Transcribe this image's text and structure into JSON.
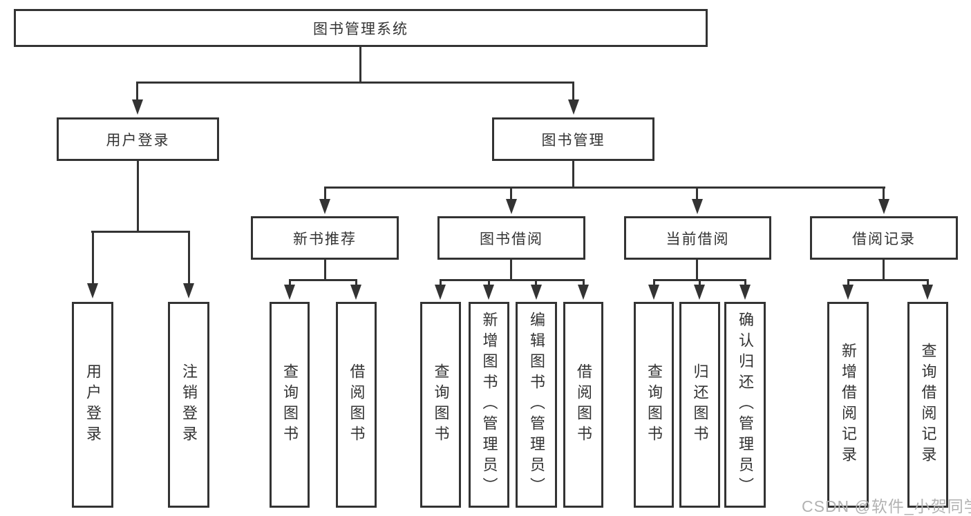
{
  "tree": {
    "label": "图书管理系统",
    "children": [
      {
        "label": "用户登录",
        "children": [
          {
            "label": "用户登录"
          },
          {
            "label": "注销登录"
          }
        ]
      },
      {
        "label": "图书管理",
        "children": [
          {
            "label": "新书推荐",
            "children": [
              {
                "label": "查询图书"
              },
              {
                "label": "借阅图书"
              }
            ]
          },
          {
            "label": "图书借阅",
            "children": [
              {
                "label": "查询图书"
              },
              {
                "label": "新增图书（管理员）"
              },
              {
                "label": "编辑图书（管理员）"
              },
              {
                "label": "借阅图书"
              }
            ]
          },
          {
            "label": "当前借阅",
            "children": [
              {
                "label": "查询图书"
              },
              {
                "label": "归还图书"
              },
              {
                "label": "确认归还（管理员）"
              }
            ]
          },
          {
            "label": "借阅记录",
            "children": [
              {
                "label": "新增借阅记录"
              },
              {
                "label": "查询借阅记录"
              }
            ]
          }
        ]
      }
    ]
  },
  "watermark": {
    "text": "CSDN @软件_小贺同学"
  },
  "colors": {
    "line": "#333333",
    "text": "#333333",
    "watermark": "#b2b2b2",
    "background": "#ffffff"
  }
}
